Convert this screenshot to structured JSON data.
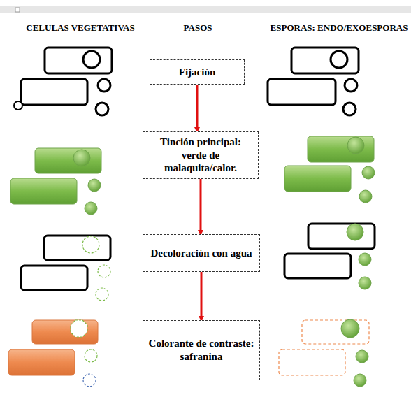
{
  "diagram": {
    "nodes": [
      {
        "text": [
          "Fijación"
        ]
      },
      {
        "text": [
          "Tinción principal: verde de malaquita/calor."
        ]
      },
      {
        "text": [
          "Decoloración con agua"
        ]
      },
      {
        "text": [
          "Colorante de contraste: safranina"
        ]
      }
    ],
    "edges": [
      {
        "from": 0,
        "to": 1,
        "arrow": "to"
      },
      {
        "from": 1,
        "to": 2,
        "arrow": "to"
      },
      {
        "from": 2,
        "to": 3,
        "arrow": "to"
      }
    ],
    "labels": [
      "CELULAS VEGETATIVAS",
      "PASOS",
      "ESPORAS: ENDO/EXOESPORAS"
    ]
  }
}
